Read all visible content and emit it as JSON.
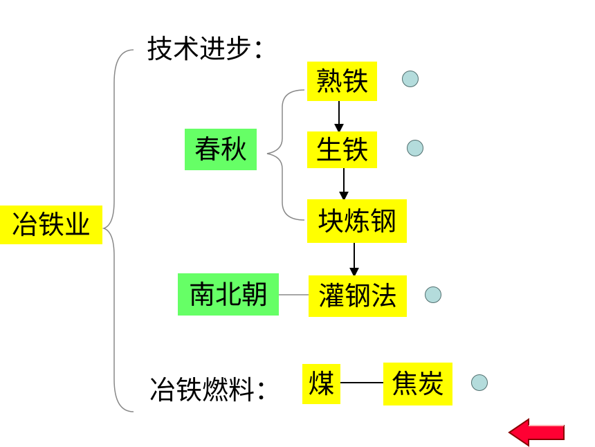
{
  "colors": {
    "highlight_yellow": "#ffff00",
    "highlight_green": "#66ff66",
    "dot_fill": "#b4dcdc",
    "arrow_red": "#ff0033"
  },
  "root": {
    "label": "冶铁业"
  },
  "branch_tech": {
    "label": "技术进步："
  },
  "period_spring_autumn": {
    "label": "春秋"
  },
  "period_southern_northern": {
    "label": "南北朝"
  },
  "tech_steps": [
    {
      "label": "熟铁"
    },
    {
      "label": "生铁"
    },
    {
      "label": "块炼钢"
    },
    {
      "label": "灌钢法"
    }
  ],
  "branch_fuel": {
    "label": "冶铁燃料："
  },
  "fuel_items": [
    {
      "label": "煤"
    },
    {
      "label": "焦炭"
    }
  ],
  "icons": {
    "marker": "circle-marker-icon",
    "back": "back-arrow-icon"
  }
}
